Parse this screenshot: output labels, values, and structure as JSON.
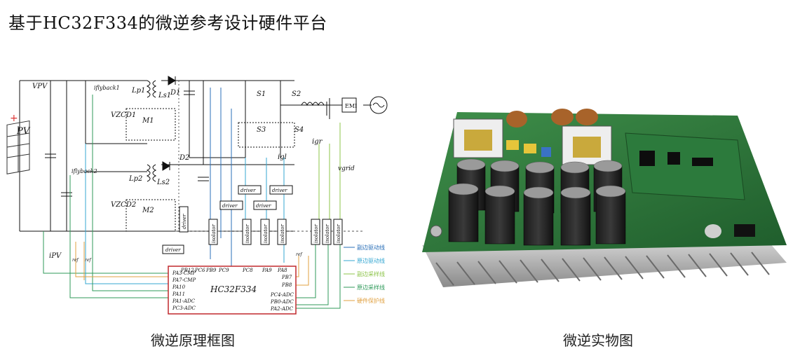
{
  "title": "基于HC32F334的微逆参考设计硬件平台",
  "captions": {
    "schematic": "微逆原理框图",
    "photo": "微逆实物图"
  },
  "schematic": {
    "labels": {
      "pv": "PV",
      "vpv": "VPV",
      "ipv": "iPV",
      "iflyback1": "iflyback1",
      "iflyback2": "iflyback2",
      "lp1": "Lp1",
      "ls1": "Ls1",
      "lp2": "Lp2",
      "ls2": "Ls2",
      "d1": "D1",
      "d2": "D2",
      "m1": "M1",
      "m2": "M2",
      "vzcd1": "VZCD1",
      "vzcd2": "VZCD2",
      "s1": "S1",
      "s2": "S2",
      "s3": "S3",
      "s4": "S4",
      "emi": "EMI",
      "igr": "igr",
      "igl": "igl",
      "vgrid": "vgrid",
      "driver": "driver",
      "isolator": "isolator",
      "ref": "ref"
    },
    "mcu": {
      "name": "HC32F334",
      "top_pins": [
        "PB12",
        "PC6",
        "PB9",
        "PC9",
        "PC8",
        "PA9",
        "PA8"
      ],
      "left_pins": [
        "PA3-CMP",
        "PA7-CMP",
        "PA10",
        "PA11",
        "PA1-ADC",
        "PC3-ADC"
      ],
      "right_pins": [
        "PB7",
        "PB8",
        "PC4-ADC",
        "PB0-ADC",
        "PA2-ADC"
      ]
    },
    "legend": [
      {
        "label": "副边驱动线",
        "color": "#2a6fb8"
      },
      {
        "label": "原边驱动线",
        "color": "#35a7d2"
      },
      {
        "label": "副边采样线",
        "color": "#8dc44a"
      },
      {
        "label": "原边采样线",
        "color": "#2f9a5a"
      },
      {
        "label": "硬件保护线",
        "color": "#e0a040"
      }
    ]
  }
}
